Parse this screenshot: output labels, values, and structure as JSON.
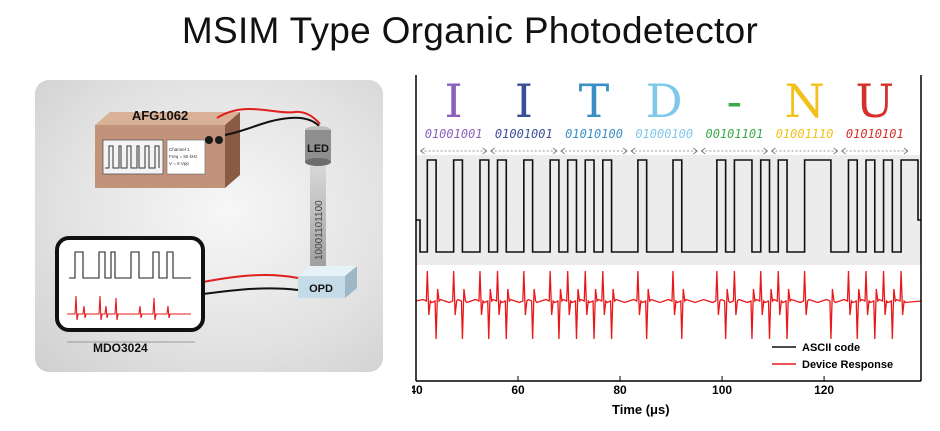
{
  "title": "MSIM Type Organic Photodetector",
  "setup": {
    "generator_label": "AFG1062",
    "generator_screen_text": [
      "Channel 1",
      "Freq = 50 kHz",
      "V = 5 Vpp"
    ],
    "led_label": "LED",
    "beam_bits": "10001101100",
    "detector_label": "OPD",
    "oscilloscope_label": "MDO3024"
  },
  "colors": {
    "ascii_trace": "#111111",
    "response_trace": "#e8191c",
    "letter_I1": "#8b5fbf",
    "letter_I2": "#3b4e9a",
    "letter_T": "#3a8fc4",
    "letter_D": "#7fc8ea",
    "letter_dash": "#3aaa4a",
    "letter_N": "#f2c21a",
    "letter_U": "#d5302a"
  },
  "chart_data": {
    "type": "line",
    "title": "",
    "xlabel": "Time (μs)",
    "ylabel": "",
    "xlim": [
      40,
      139
    ],
    "x_ticks": [
      40,
      60,
      80,
      100,
      120
    ],
    "characters": [
      {
        "char": "I",
        "bits": "01001001",
        "color": "#8b5fbf"
      },
      {
        "char": "I",
        "bits": "01001001",
        "color": "#3b4e9a"
      },
      {
        "char": "T",
        "bits": "01010100",
        "color": "#3a8fc4"
      },
      {
        "char": "D",
        "bits": "01000100",
        "color": "#7fc8ea"
      },
      {
        "char": "-",
        "bits": "00101101",
        "color": "#3aaa4a"
      },
      {
        "char": "N",
        "bits": "01001110",
        "color": "#f2c21a"
      },
      {
        "char": "U",
        "bits": "01010101",
        "color": "#d5302a"
      }
    ],
    "bit_period_us": 1.72,
    "series": [
      {
        "name": "ASCII code",
        "color": "#111111"
      },
      {
        "name": "Device Response",
        "color": "#e8191c"
      }
    ],
    "legend_position": "bottom-right",
    "grid": false
  }
}
